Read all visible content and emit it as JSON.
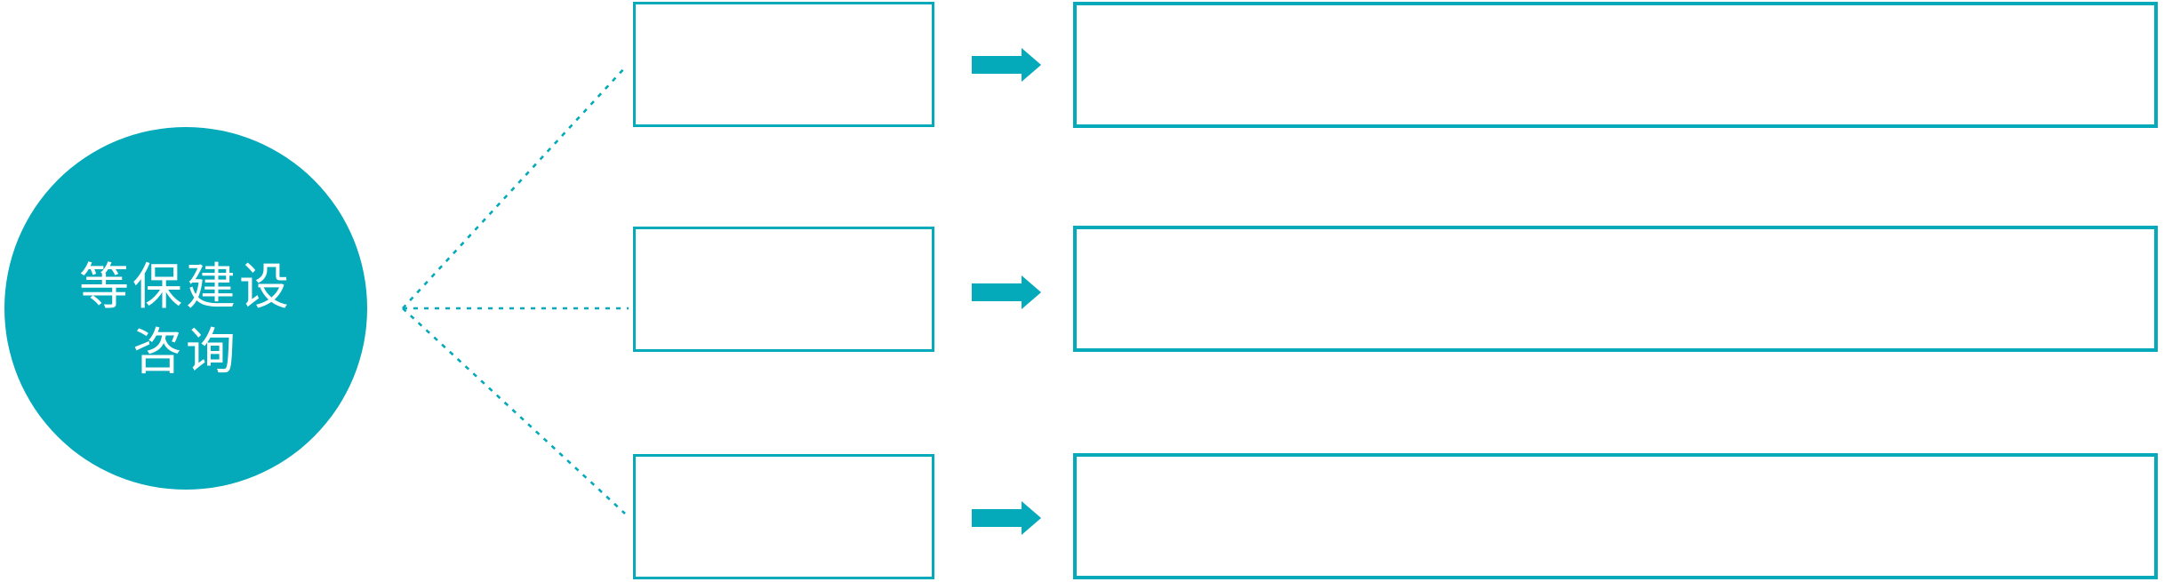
{
  "diagram": {
    "type": "hub-and-spokes",
    "hub": {
      "label": "等保建设咨询",
      "lines": [
        "等保建设",
        "咨询"
      ]
    },
    "rows": [
      {
        "stage_label": "",
        "description": ""
      },
      {
        "stage_label": "",
        "description": ""
      },
      {
        "stage_label": "",
        "description": ""
      }
    ],
    "icons": {
      "arrow": "right-arrow",
      "connector": "dotted-line"
    },
    "colors": {
      "accent": "#04A9BA",
      "box_fill": "#FFFFFF",
      "hub_text": "#FFFFFF"
    }
  }
}
